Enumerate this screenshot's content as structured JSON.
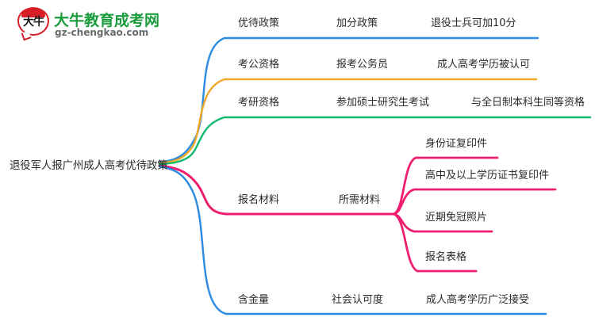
{
  "logo": {
    "mark_text": "大牛",
    "title": "大牛教育成考网",
    "subtitle": "gz-chengkao.com",
    "mark_color": "#d81f26",
    "title_color": "#1a9c3c",
    "subtitle_color": "#666b6e"
  },
  "mindmap": {
    "root": "退役军人报广州成人高考优待政策",
    "branch_colors": {
      "blue": "#2b8ae2",
      "orange": "#f0a828",
      "green": "#0fba70",
      "pink": "#ee1d6e"
    },
    "branches": [
      {
        "color_key": "blue",
        "color": "#2b8ae2",
        "level1": "优待政策",
        "level2": "加分政策",
        "level3": "退役士兵可加10分"
      },
      {
        "color_key": "orange",
        "color": "#f0a828",
        "level1": "考公资格",
        "level2": "报考公务员",
        "level3": "成人高考学历被认可"
      },
      {
        "color_key": "green",
        "color": "#0fba70",
        "level1": "考研资格",
        "level2": "参加硕士研究生考试",
        "level3": "与全日制本科生同等资格"
      },
      {
        "color_key": "pink",
        "color": "#ee1d6e",
        "level1": "报名材料",
        "level2": "所需材料",
        "level3_items": [
          "身份证复印件",
          "高中及以上学历证书复印件",
          "近期免冠照片",
          "报名表格"
        ]
      },
      {
        "color_key": "blue",
        "color": "#2b8ae2",
        "level1": "含金量",
        "level2": "社会认可度",
        "level3": "成人高考学历广泛接受"
      }
    ]
  }
}
